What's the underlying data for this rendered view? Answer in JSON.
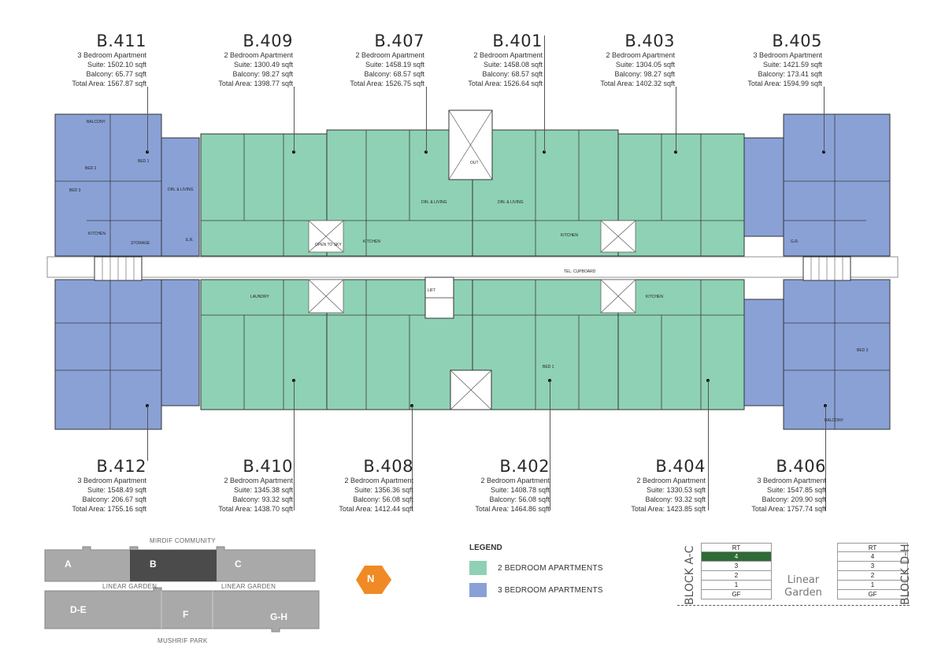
{
  "units_top": [
    {
      "code": "B.411",
      "type": "3 Bedroom Apartment",
      "suite": "Suite: 1502.10 sqft",
      "balcony": "Balcony: 65.77 sqft",
      "total": "Total Area: 1567.87 sqft"
    },
    {
      "code": "B.409",
      "type": "2 Bedroom Apartment",
      "suite": "Suite: 1300.49 sqft",
      "balcony": "Balcony: 98.27 sqft",
      "total": "Total Area: 1398.77 sqft"
    },
    {
      "code": "B.407",
      "type": "2 Bedroom Apartment",
      "suite": "Suite: 1458.19 sqft",
      "balcony": "Balcony: 68.57 sqft",
      "total": "Total Area: 1526.75 sqft"
    },
    {
      "code": "B.401",
      "type": "2 Bedroom Apartment",
      "suite": "Suite: 1458.08 sqft",
      "balcony": "Balcony: 68.57 sqft",
      "total": "Total Area: 1526.64 sqft"
    },
    {
      "code": "B.403",
      "type": "2 Bedroom Apartment",
      "suite": "Suite: 1304.05 sqft",
      "balcony": "Balcony: 98.27 sqft",
      "total": "Total Area: 1402.32 sqft"
    },
    {
      "code": "B.405",
      "type": "3 Bedroom Apartment",
      "suite": "Suite: 1421.59 sqft",
      "balcony": "Balcony: 173.41 sqft",
      "total": "Total Area: 1594.99 sqft"
    }
  ],
  "units_bottom": [
    {
      "code": "B.412",
      "type": "3 Bedroom Apartment",
      "suite": "Suite: 1548.49 sqft",
      "balcony": "Balcony: 206.67 sqft",
      "total": "Total Area: 1755.16 sqft"
    },
    {
      "code": "B.410",
      "type": "2 Bedroom Apartment",
      "suite": "Suite: 1345.38 sqft",
      "balcony": "Balcony: 93.32 sqft",
      "total": "Total Area: 1438.70 sqft"
    },
    {
      "code": "B.408",
      "type": "2 Bedroom Apartment",
      "suite": "Suite: 1356.36 sqft",
      "balcony": "Balcony: 56.08 sqft",
      "total": "Total Area: 1412.44 sqft"
    },
    {
      "code": "B.402",
      "type": "2 Bedroom Apartment",
      "suite": "Suite: 1408.78 sqft",
      "balcony": "Balcony: 56.08 sqft",
      "total": "Total Area: 1464.86 sqft"
    },
    {
      "code": "B.404",
      "type": "2 Bedroom Apartment",
      "suite": "Suite: 1330.53 sqft",
      "balcony": "Balcony: 93.32 sqft",
      "total": "Total Area: 1423.85 sqft"
    },
    {
      "code": "B.406",
      "type": "3 Bedroom Apartment",
      "suite": "Suite: 1547.85 sqft",
      "balcony": "Balcony: 209.90 sqft",
      "total": "Total Area: 1757.74 sqft"
    }
  ],
  "plan_labels": {
    "balcony": "BALCONY",
    "bed1": "BED 1",
    "bed2": "BED 2",
    "bed3": "BED 3",
    "din_living": "DIN. & LIVING",
    "kitchen": "KITCHEN",
    "storage": "STORAGE",
    "laundry": "LAUNDRY",
    "lift": "LIFT",
    "out": "OUT",
    "open_to_sky": "OPEN TO SKY",
    "tel_cupboard": "TEL. CUPBOARD",
    "er": "E.R.",
    "gr": "G.R."
  },
  "keymap": {
    "top_label": "MIRDIF COMMUNITY",
    "mid_left_label": "LINEAR GARDEN",
    "mid_right_label": "LINEAR GARDEN",
    "bottom_label": "MUSHRIF PARK",
    "blocks": [
      "A",
      "B",
      "C",
      "D-E",
      "F",
      "G-H"
    ]
  },
  "north": "N",
  "legend": {
    "title": "LEGEND",
    "items": [
      {
        "label": "2 BEDROOM APARTMENTS",
        "color": "#8fd1b4"
      },
      {
        "label": "3 BEDROOM APARTMENTS",
        "color": "#8aa1d6"
      }
    ]
  },
  "floors_left": {
    "block": "BLOCK A-C",
    "floors": [
      "RT",
      "4",
      "3",
      "2",
      "1",
      "GF"
    ],
    "active": "4"
  },
  "floors_right": {
    "block": "BLOCK D-H",
    "floors": [
      "RT",
      "4",
      "3",
      "2",
      "1",
      "GF"
    ]
  },
  "linear_garden": "Linear Garden",
  "colors": {
    "two_bed": "#8fd1b4",
    "three_bed": "#8aa1d6",
    "active_floor": "#2e6b35",
    "north": "#f08a24"
  }
}
